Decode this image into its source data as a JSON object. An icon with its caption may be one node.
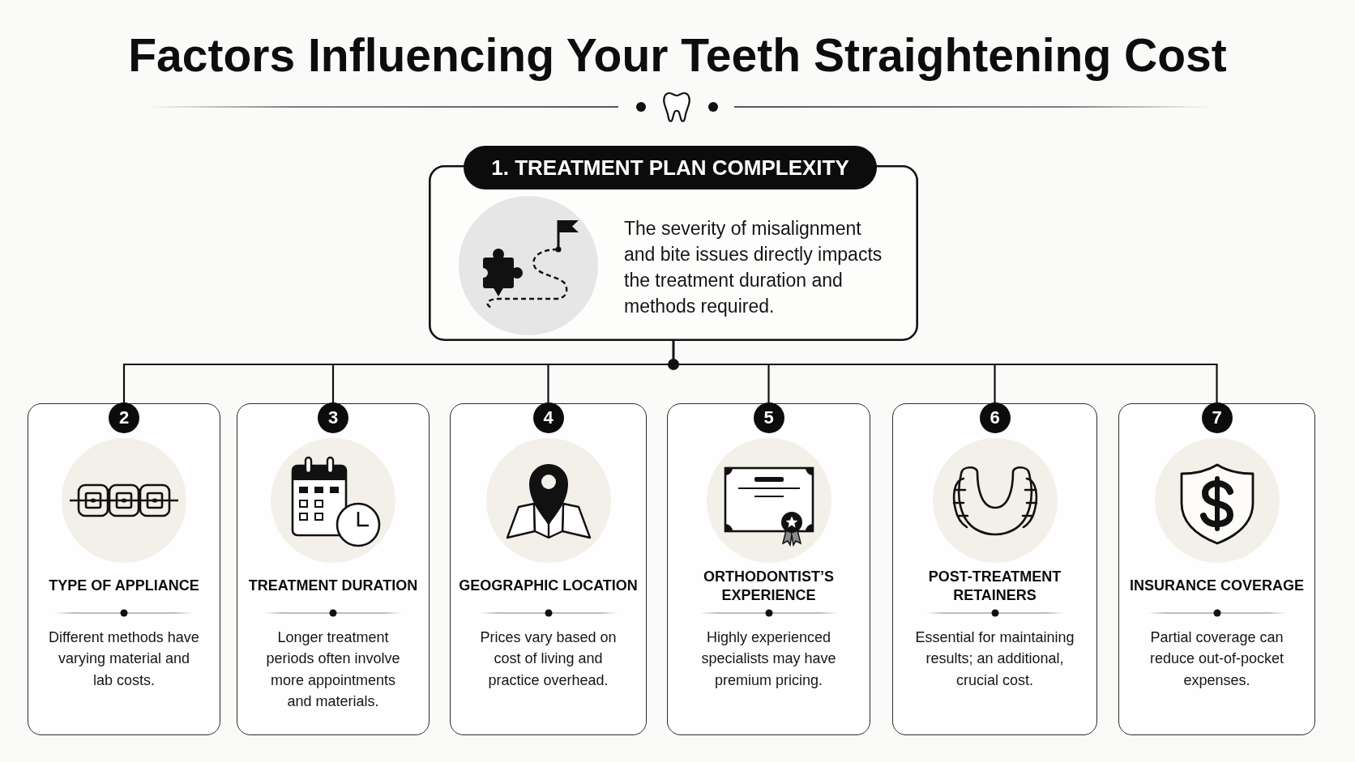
{
  "diagram": {
    "title": "Factors Influencing Your Teeth Straightening Cost",
    "nodes": [
      {
        "text": [
          "1. TREATMENT PLAN COMPLEXITY",
          "The severity of misalignment and bite issues directly impacts the treatment duration and methods required."
        ]
      },
      {
        "text": [
          "2",
          "TYPE OF APPLIANCE",
          "Different methods have varying material and lab costs."
        ]
      },
      {
        "text": [
          "3",
          "TREATMENT DURATION",
          "Longer treatment periods often involve more appointments and materials."
        ]
      },
      {
        "text": [
          "4",
          "GEOGRAPHIC LOCATION",
          "Prices vary based on cost of living and practice overhead."
        ]
      },
      {
        "text": [
          "5",
          "ORTHODONTIST’S EXPERIENCE",
          "Highly experienced specialists may have premium pricing."
        ]
      },
      {
        "text": [
          "6",
          "POST-TREATMENT RETAINERS",
          "Essential for maintaining results; an additional, crucial cost."
        ]
      },
      {
        "text": [
          "7",
          "INSURANCE COVERAGE",
          "Partial coverage can reduce out-of-pocket expenses."
        ]
      }
    ],
    "edges": [
      {
        "from": 0,
        "to": 1,
        "arrow": "none"
      },
      {
        "from": 0,
        "to": 2,
        "arrow": "none"
      },
      {
        "from": 0,
        "to": 3,
        "arrow": "none"
      },
      {
        "from": 0,
        "to": 4,
        "arrow": "none"
      },
      {
        "from": 0,
        "to": 5,
        "arrow": "none"
      },
      {
        "from": 0,
        "to": 6,
        "arrow": "none"
      }
    ]
  }
}
